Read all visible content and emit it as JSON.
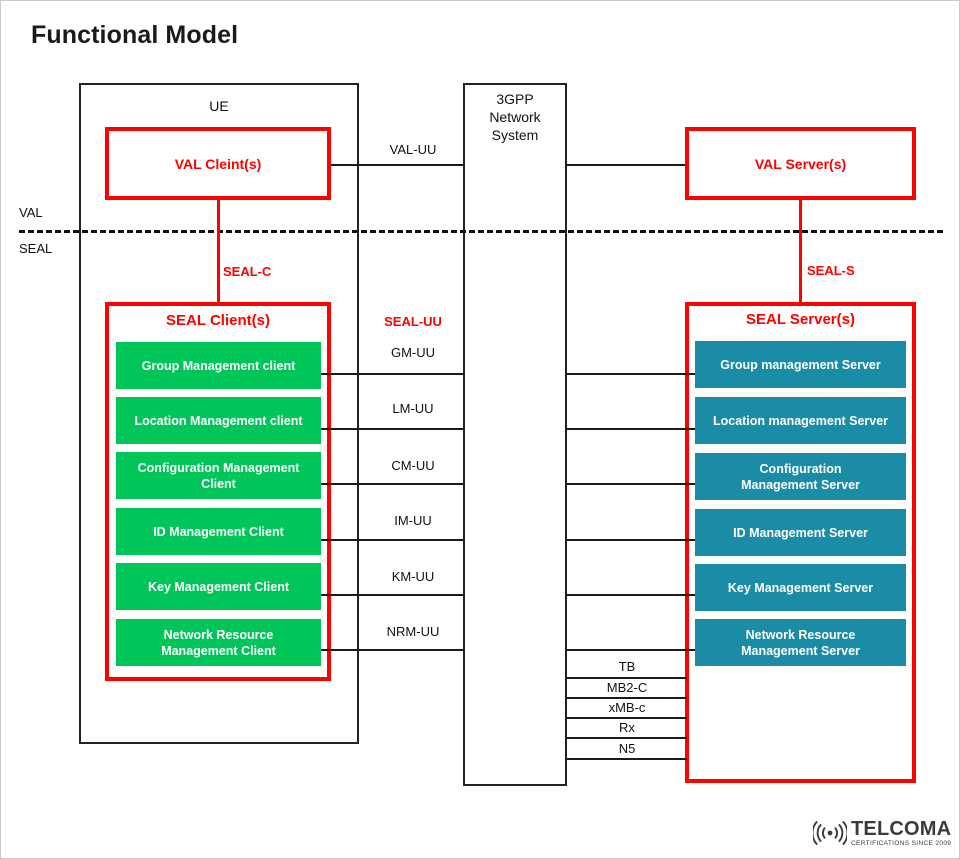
{
  "page": {
    "title": "Functional Model"
  },
  "layers": {
    "upper": "VAL",
    "lower": "SEAL"
  },
  "containers": {
    "ue": "UE",
    "network": "3GPP\nNetwork\nSystem",
    "seal_clients": "SEAL Client(s)",
    "seal_servers": "SEAL Server(s)"
  },
  "nodes": {
    "val_client": "VAL Cleint(s)",
    "val_server": "VAL Server(s)"
  },
  "reference_points": {
    "val_uu": "VAL-UU",
    "seal_c": "SEAL-C",
    "seal_s": "SEAL-S",
    "seal_uu": "SEAL-UU"
  },
  "services": [
    {
      "client": "Group Management client",
      "interface": "GM-UU",
      "server": "Group management Server"
    },
    {
      "client": "Location Management client",
      "interface": "LM-UU",
      "server": "Location management Server"
    },
    {
      "client": "Configuration Management\nClient",
      "interface": "CM-UU",
      "server": "Configuration\nManagement Server"
    },
    {
      "client": "ID Management Client",
      "interface": "IM-UU",
      "server": "ID Management Server"
    },
    {
      "client": "Key Management Client",
      "interface": "KM-UU",
      "server": "Key Management Server"
    },
    {
      "client": "Network Resource\nManagement Client",
      "interface": "NRM-UU",
      "server": "Network Resource\nManagement Server"
    }
  ],
  "network_interfaces": [
    "TB",
    "MB2-C",
    "xMB-c",
    "Rx",
    "N5"
  ],
  "logo": {
    "name": "TELCOMA",
    "tagline": "CERTIFICATIONS SINCE 2009",
    "icon": "wireless-signal-icon"
  },
  "colors": {
    "client_chip": "#00c559",
    "server_chip": "#1b8ca6",
    "accent_red": "#ff0000",
    "outline_black": "#222222",
    "background": "#ffffff"
  }
}
